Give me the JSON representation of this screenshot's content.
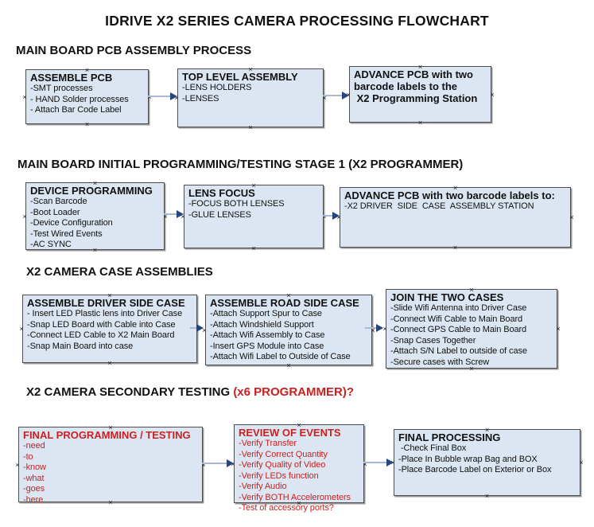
{
  "title": "IDRIVE X2  SERIES CAMERA PROCESSING FLOWCHART",
  "icons": {
    "selection_handle": "×"
  },
  "colors": {
    "box_fill": "#dce6f2",
    "box_border": "#4d4d4d",
    "connector_line": "#a8b8d8",
    "connector_arrowhead": "#24457e",
    "red_text": "#cc2020",
    "black_text": "#111111"
  },
  "sections": [
    {
      "header": "MAIN BOARD PCB ASSEMBLY PROCESS",
      "boxes": [
        {
          "title": "ASSEMBLE PCB",
          "items": [
            "-SMT processes",
            "- HAND Solder processes",
            "- Attach Bar Code Label"
          ]
        },
        {
          "title": "TOP LEVEL ASSEMBLY",
          "items": [
            "-LENS HOLDERS",
            "-LENSES"
          ]
        },
        {
          "title": "ADVANCE PCB with two\nbarcode labels to the\n X2 Programming Station",
          "items": []
        }
      ]
    },
    {
      "header": "MAIN BOARD INITIAL PROGRAMMING/TESTING STAGE 1 (X2 PROGRAMMER)",
      "boxes": [
        {
          "title": "DEVICE PROGRAMMING",
          "items": [
            "-Scan Barcode",
            "-Boot Loader",
            "-Device Configuration",
            "-Test Wired Events",
            "-AC SYNC"
          ]
        },
        {
          "title": "LENS FOCUS",
          "items": [
            "-FOCUS BOTH LENSES",
            "-GLUE LENSES"
          ]
        },
        {
          "title": "ADVANCE PCB with two barcode labels to:",
          "items": [
            "-X2 DRIVER  SIDE  CASE  ASSEMBLY STATION"
          ]
        }
      ]
    },
    {
      "header": "X2 CAMERA CASE ASSEMBLIES",
      "boxes": [
        {
          "title": "ASSEMBLE DRIVER SIDE CASE",
          "items": [
            "- Insert LED Plastic lens into Driver Case",
            "-Snap LED Board with Cable into Case",
            "-Connect LED Cable to X2 Main Board",
            "-Snap Main Board into case"
          ]
        },
        {
          "title": "ASSEMBLE ROAD SIDE CASE",
          "items": [
            "-Attach Support Spur to Case",
            "-Attach Windshield Support",
            "-Attach Wifi Assembly to Case",
            "-Insert GPS Module into Case",
            "-Attach Wifi Label to Outside of Case"
          ]
        },
        {
          "title": "JOIN THE TWO CASES",
          "items": [
            "-Slide Wifi Antenna into Driver Case",
            "-Connect Wifi Cable to Main Board",
            "-Connect GPS Cable to Main Board",
            "-Snap Cases Together",
            "-Attach S/N Label to outside of case",
            "-Secure cases with Screw"
          ]
        }
      ]
    },
    {
      "header": "X2 CAMERA SECONDARY TESTING ",
      "header_red": "(x6 PROGRAMMER)?",
      "boxes": [
        {
          "title": "FINAL PROGRAMMING / TESTING",
          "items": [
            "-need",
            "-to",
            "-know",
            "-what",
            "-goes",
            "-here"
          ]
        },
        {
          "title": "REVIEW OF EVENTS",
          "items": [
            "-Verify Transfer",
            "-Verify Correct Quantity",
            "-Verify Quality of Video",
            "-Verify LEDs function",
            "-Verify Audio",
            "-Verify BOTH Accelerometers",
            "-Test of accessory ports?"
          ]
        },
        {
          "title": "FINAL PROCESSING",
          "items": [
            " -Check Final Box",
            "-Place In Bubble wrap Bag and BOX",
            "-Place Barcode Label on Exterior or Box"
          ]
        }
      ]
    }
  ]
}
